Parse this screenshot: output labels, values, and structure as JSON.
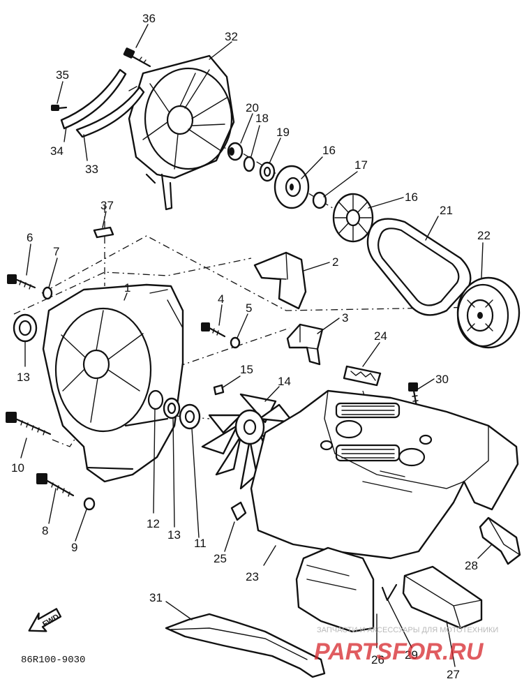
{
  "callouts": [
    {
      "id": "c36",
      "label": "36"
    },
    {
      "id": "c32",
      "label": "32"
    },
    {
      "id": "c35",
      "label": "35"
    },
    {
      "id": "c20",
      "label": "20"
    },
    {
      "id": "c18",
      "label": "18"
    },
    {
      "id": "c19",
      "label": "19"
    },
    {
      "id": "c34",
      "label": "34"
    },
    {
      "id": "c33",
      "label": "33"
    },
    {
      "id": "c16a",
      "label": "16"
    },
    {
      "id": "c17",
      "label": "17"
    },
    {
      "id": "c16b",
      "label": "16"
    },
    {
      "id": "c37",
      "label": "37"
    },
    {
      "id": "c21",
      "label": "21"
    },
    {
      "id": "c22",
      "label": "22"
    },
    {
      "id": "c6",
      "label": "6"
    },
    {
      "id": "c7",
      "label": "7"
    },
    {
      "id": "c2",
      "label": "2"
    },
    {
      "id": "c1",
      "label": "1"
    },
    {
      "id": "c4",
      "label": "4"
    },
    {
      "id": "c5",
      "label": "5"
    },
    {
      "id": "c3",
      "label": "3"
    },
    {
      "id": "c24",
      "label": "24"
    },
    {
      "id": "c13a",
      "label": "13"
    },
    {
      "id": "c15",
      "label": "15"
    },
    {
      "id": "c30",
      "label": "30"
    },
    {
      "id": "c14",
      "label": "14"
    },
    {
      "id": "c10",
      "label": "10"
    },
    {
      "id": "c8",
      "label": "8"
    },
    {
      "id": "c9",
      "label": "9"
    },
    {
      "id": "c12",
      "label": "12"
    },
    {
      "id": "c13b",
      "label": "13"
    },
    {
      "id": "c11",
      "label": "11"
    },
    {
      "id": "c25",
      "label": "25"
    },
    {
      "id": "c23",
      "label": "23"
    },
    {
      "id": "c28",
      "label": "28"
    },
    {
      "id": "c31",
      "label": "31"
    },
    {
      "id": "c26",
      "label": "26"
    },
    {
      "id": "c29",
      "label": "29"
    },
    {
      "id": "c27",
      "label": "27"
    }
  ],
  "fwd_label": "FWD",
  "diagram_code": "86R100-9030",
  "watermark": {
    "top_line": "ЗАПЧАСТИ И АКСЕССУАРЫ ДЛЯ МОТОТЕХНИКИ",
    "brand": "PARTSFOR.RU",
    "brand_color": "#d6262b"
  }
}
